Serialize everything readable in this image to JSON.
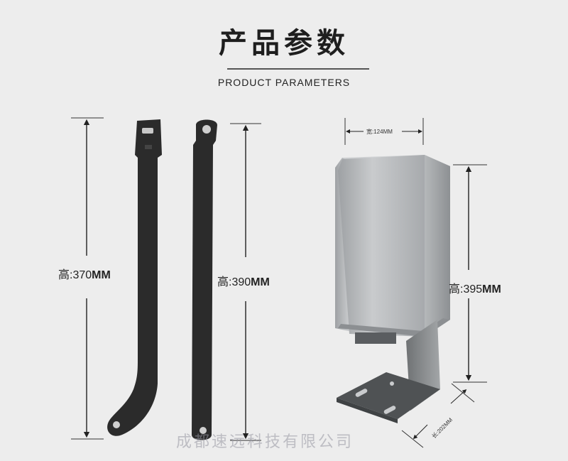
{
  "header": {
    "title_cn": "产品参数",
    "title_en": "PRODUCT PARAMETERS"
  },
  "dimensions": {
    "arm_left": {
      "prefix": "高:370",
      "unit": "MM"
    },
    "arm_right": {
      "prefix": "高:390",
      "unit": "MM"
    },
    "box_height": {
      "prefix": "高:395",
      "unit": "MM"
    },
    "box_width": "宽:124MM",
    "box_length": "长:202MM"
  },
  "watermark": "成都速远科技有限公司",
  "colors": {
    "background": "#ededed",
    "arm": "#2b2b2b",
    "steel": "#b9bbbd",
    "bracket": "#8f9193"
  }
}
